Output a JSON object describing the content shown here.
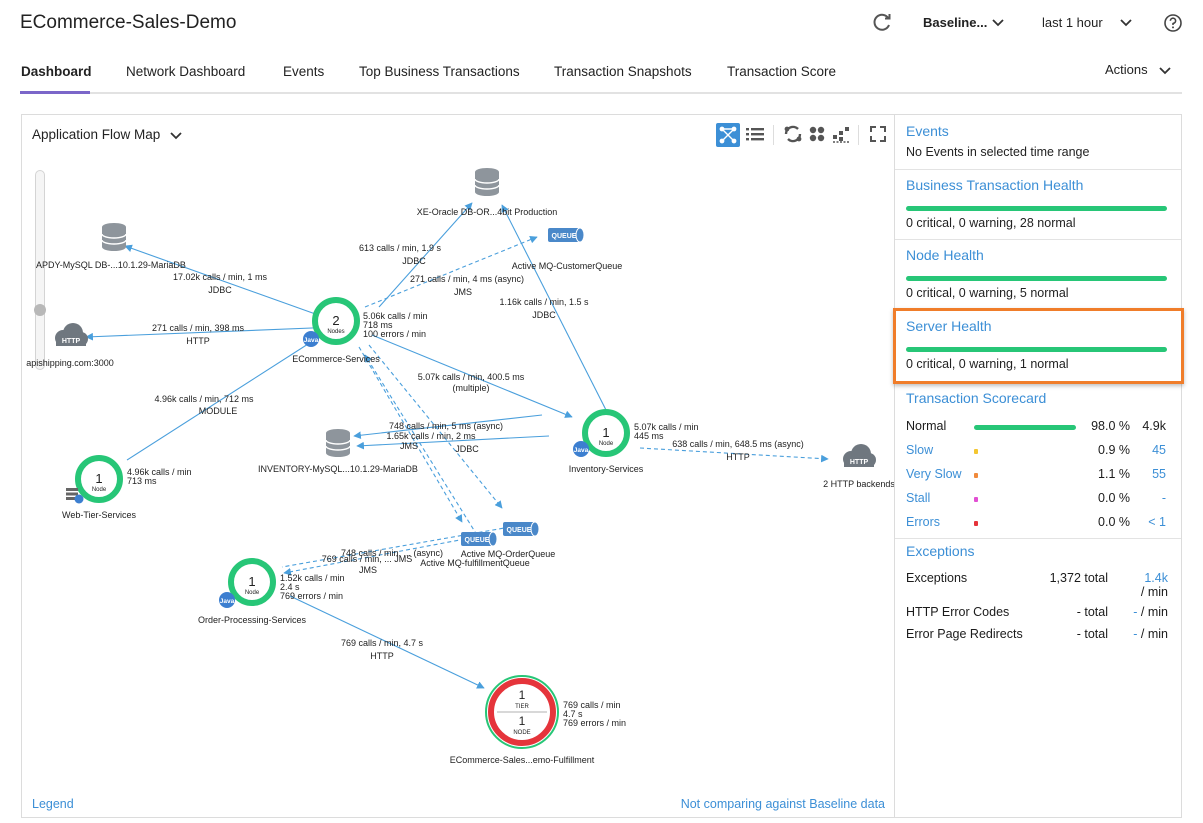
{
  "app": {
    "title": "ECommerce-Sales-Demo"
  },
  "header": {
    "baseline_label": "Baseline...",
    "time_range": "last 1 hour"
  },
  "tabs": [
    {
      "label": "Dashboard",
      "active": true
    },
    {
      "label": "Network Dashboard"
    },
    {
      "label": "Events"
    },
    {
      "label": "Top Business Transactions"
    },
    {
      "label": "Transaction Snapshots"
    },
    {
      "label": "Transaction Score"
    }
  ],
  "actions_label": "Actions",
  "flow_map": {
    "title": "Application Flow Map",
    "legend_link": "Legend",
    "baseline_note": "Not comparing against Baseline data",
    "tiers": {
      "ecommerce": {
        "count": "2",
        "unit": "Nodes",
        "badge": "Java",
        "name": "ECommerce-Services",
        "stats": [
          "5.06k calls / min",
          "718 ms",
          "100 errors / min"
        ]
      },
      "inventory": {
        "count": "1",
        "unit": "Node",
        "badge": "Java",
        "name": "Inventory-Services",
        "stats": [
          "5.07k calls / min",
          "445 ms"
        ]
      },
      "web": {
        "count": "1",
        "unit": "Node",
        "name": "Web-Tier-Services",
        "stats": [
          "4.96k calls / min",
          "713 ms"
        ]
      },
      "order": {
        "count": "1",
        "unit": "Node",
        "badge": "Java",
        "name": "Order-Processing-Services",
        "stats": [
          "1.52k calls / min",
          "2.4 s",
          "769 errors / min"
        ]
      },
      "fulfillment": {
        "tier_count": "1",
        "tier_label": "TIER",
        "node_count": "1",
        "node_label": "NODE",
        "name": "ECommerce-Sales...emo-Fulfillment",
        "stats": [
          "769 calls / min",
          "4.7 s",
          "769 errors / min"
        ]
      }
    },
    "backends": {
      "oracle": "XE-Oracle DB-OR...4bit Production",
      "mysql_top": "APDY-MySQL DB-...10.1.29-MariaDB",
      "http_ship": "apishipping.com:3000",
      "mq_customer": "Active MQ-CustomerQueue",
      "mysql_inv": "INVENTORY-MySQL...10.1.29-MariaDB",
      "http_backends": "2 HTTP backends",
      "mq_order": "Active MQ-OrderQueue",
      "mq_fulfill": "Active MQ-fulfillmentQueue",
      "http_icon": "HTTP",
      "queue_icon": "QUEUE"
    },
    "edges": {
      "e_oracle": [
        "613 calls / min, 1.9 s",
        "JDBC"
      ],
      "e_mysql": [
        "17.02k calls / min, 1 ms",
        "JDBC"
      ],
      "e_cust": [
        "271 calls / min, 4 ms (async)",
        "JMS"
      ],
      "e_inv_oracle": [
        "1.16k calls / min, 1.5 s",
        "JDBC"
      ],
      "e_http": [
        "271 calls / min, 398 ms",
        "HTTP"
      ],
      "e_inv": [
        "5.07k calls / min, 400.5 ms",
        "(multiple)"
      ],
      "e_web": [
        "4.96k calls / min, 712 ms",
        "MODULE"
      ],
      "e_mid1": "748 calls / min, 5 ms (async)",
      "e_mid2": "1.65k calls / min, 2 ms",
      "e_mid3": "JMS",
      "e_mid4": "JDBC",
      "e_http_out": [
        "638 calls / min, 648.5 ms (async)",
        "HTTP"
      ],
      "e_order1": "748 calls / min, ... (async)",
      "e_order2": "769 calls / min, ... JMS",
      "e_order3": "JMS",
      "e_ful": [
        "769 calls / min, 4.7 s",
        "HTTP"
      ]
    }
  },
  "side": {
    "events": {
      "title": "Events",
      "text": "No Events in selected time range"
    },
    "bt_health": {
      "title": "Business Transaction Health",
      "text": "0 critical, 0 warning, 28 normal"
    },
    "node_health": {
      "title": "Node Health",
      "text": "0 critical, 0 warning, 5 normal"
    },
    "server_health": {
      "title": "Server Health",
      "text": "0 critical, 0 warning, 1 normal"
    },
    "scorecard": {
      "title": "Transaction Scorecard",
      "rows": [
        {
          "name": "Normal",
          "pct": "98.0 %",
          "count": "4.9k",
          "color": "#27c677"
        },
        {
          "name": "Slow",
          "pct": "0.9 %",
          "count": "45",
          "color": "#f4c630"
        },
        {
          "name": "Very Slow",
          "pct": "1.1 %",
          "count": "55",
          "color": "#f08a3c"
        },
        {
          "name": "Stall",
          "pct": "0.0 %",
          "count": "-",
          "color": "#e24fd3"
        },
        {
          "name": "Errors",
          "pct": "0.0 %",
          "count": "< 1",
          "color": "#e5343b"
        }
      ]
    },
    "exceptions": {
      "title": "Exceptions",
      "rows": [
        {
          "name": "Exceptions",
          "total": "1,372 total",
          "rate_val": "1.4k",
          "rate_unit": "/ min"
        },
        {
          "name": "HTTP Error Codes",
          "total": "- total",
          "rate_val": "-",
          "rate_unit": "/ min"
        },
        {
          "name": "Error Page Redirects",
          "total": "- total",
          "rate_val": "-",
          "rate_unit": "/ min"
        }
      ]
    }
  }
}
